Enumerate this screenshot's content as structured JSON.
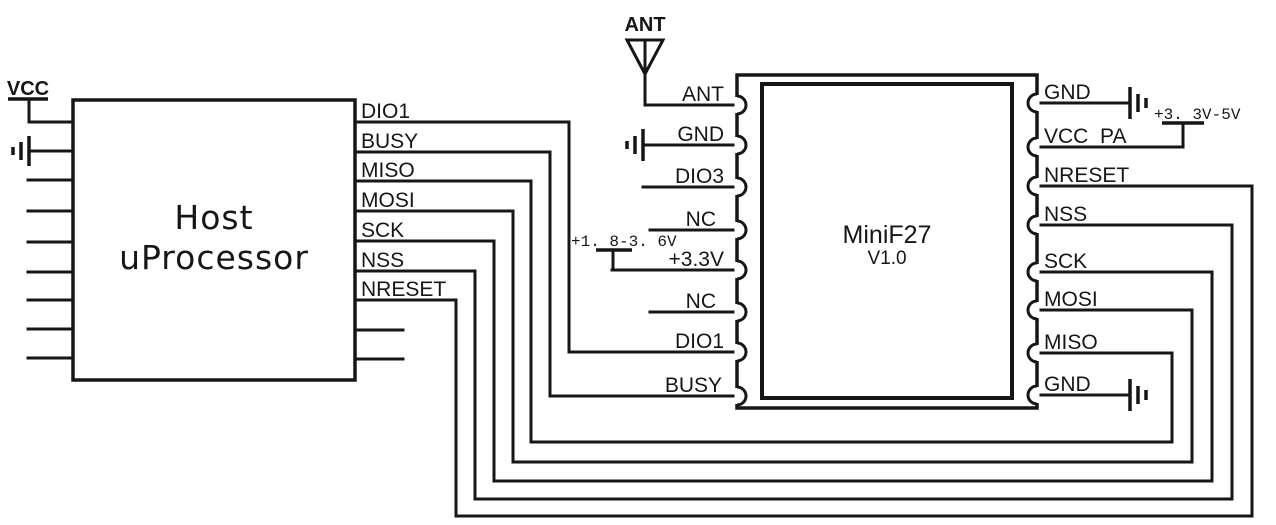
{
  "schematic": {
    "background": "#ffffff",
    "line_color": "#161616",
    "antenna_label": "ANT",
    "host": {
      "title_line1": "Host",
      "title_line2": "uProcessor",
      "power_net": "VCC",
      "pins_right": [
        "DIO1",
        "BUSY",
        "MISO",
        "MOSI",
        "SCK",
        "NSS",
        "NRESET"
      ]
    },
    "module": {
      "name": "MiniF27",
      "version": "V1.0",
      "pins_left": [
        "ANT",
        "GND",
        "DIO3",
        "NC",
        "+3.3V",
        "NC",
        "DIO1",
        "BUSY"
      ],
      "pins_right": [
        "GND",
        "VCC_PA",
        "NRESET",
        "NSS",
        "SCK",
        "MOSI",
        "MISO",
        "GND"
      ]
    },
    "supply_labels": {
      "logic": "+1. 8-3. 6V",
      "pa": "+3. 3V-5V"
    }
  }
}
